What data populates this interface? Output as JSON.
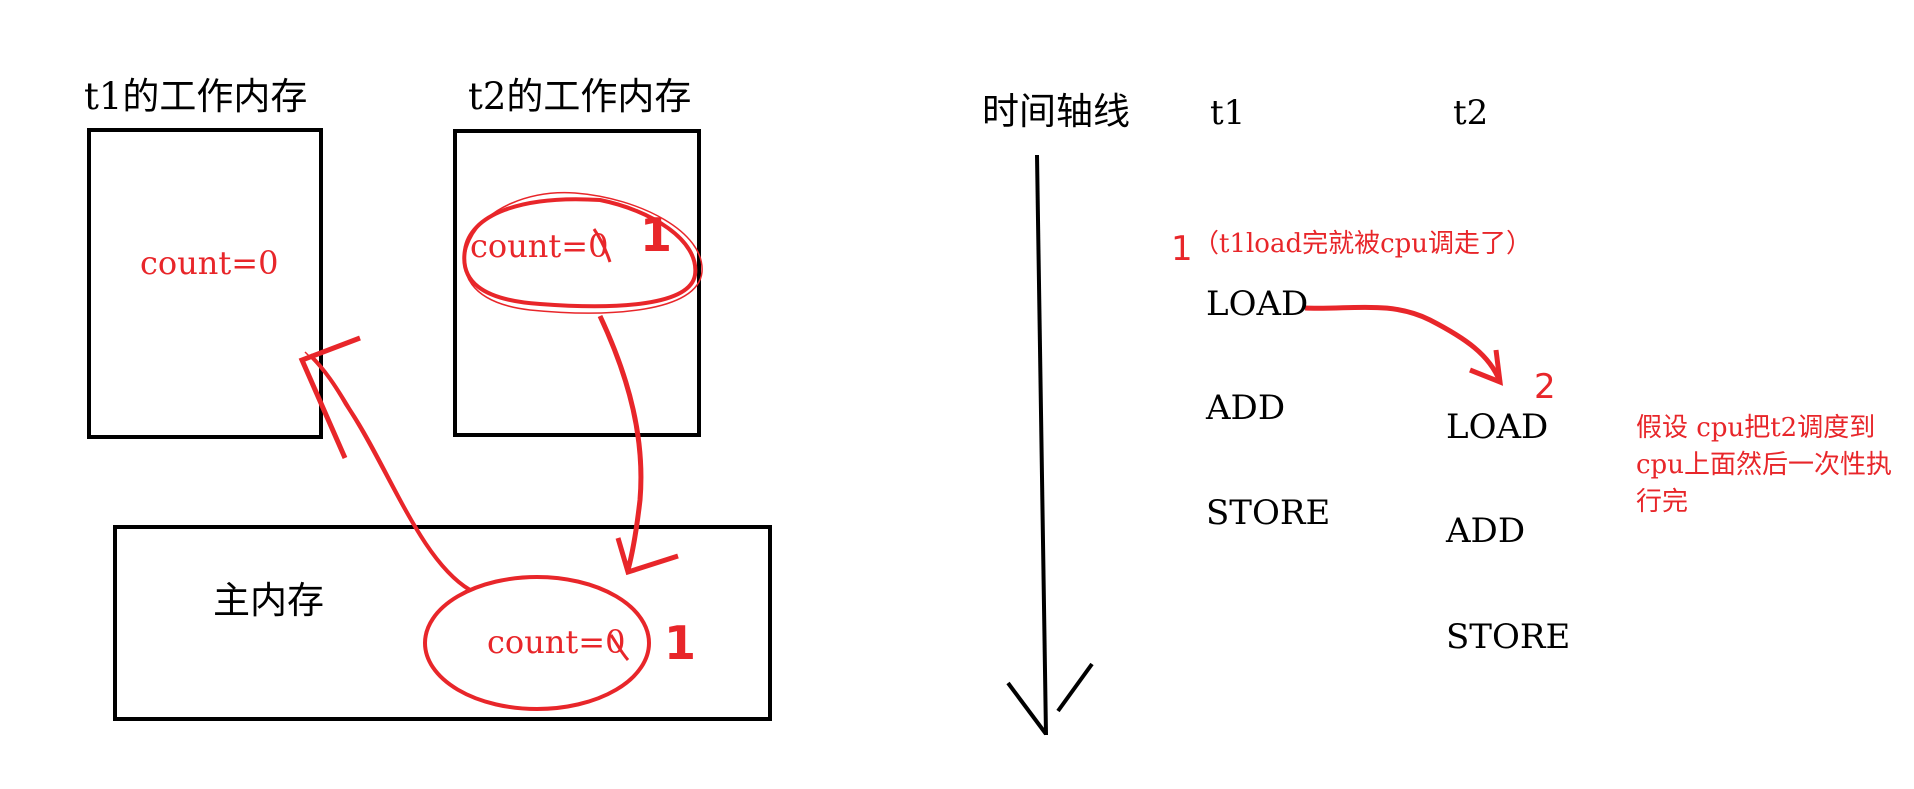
{
  "colors": {
    "ink": "#000000",
    "annotation": "#e8262a",
    "background": "#ffffff"
  },
  "memory_model": {
    "t1_title": "t1的工作内存",
    "t2_title": "t2的工作内存",
    "main_title": "主内存",
    "t1_value": "count=0",
    "t2_value": "count=0",
    "t2_overwrite": "1",
    "main_value": "count=0",
    "main_overwrite": "1"
  },
  "timeline": {
    "axis_label": "时间轴线",
    "t1_header": "t1",
    "t2_header": "t2",
    "t1_ops": [
      "LOAD",
      "ADD",
      "STORE"
    ],
    "t2_ops": [
      "LOAD",
      "ADD",
      "STORE"
    ],
    "step1_number": "1",
    "step1_note": "（t1load完就被cpu调走了）",
    "step2_number": "2",
    "note_lines": [
      "假设 cpu把t2调度到",
      "cpu上面然后一次性执",
      "行完"
    ]
  }
}
